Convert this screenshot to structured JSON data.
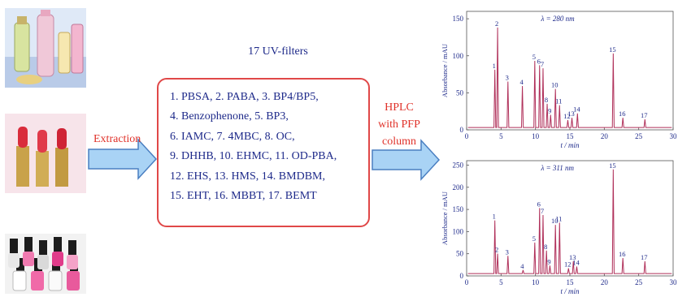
{
  "labels": {
    "extraction": "Extraction",
    "title": "17 UV-filters",
    "hplc": [
      "HPLC",
      "with PFP",
      "column"
    ]
  },
  "filters": [
    "1. PBSA, 2. PABA, 3. BP4/BP5,",
    "4. Benzophenone, 5. BP3,",
    "6. IAMC, 7. 4MBC, 8. OC,",
    "9. DHHB, 10. EHMC, 11. OD-PBA,",
    "12. EHS, 13. HMS, 14. BMDBM,",
    "15. EHT, 16. MBBT, 17. BEMT"
  ],
  "colors": {
    "arrow_fill": "#a9d3f5",
    "arrow_stroke": "#4a7fc1",
    "trace": "#b0305a",
    "text_blue": "#1e2a8a",
    "text_red": "#e0322a"
  },
  "chart_data": [
    {
      "type": "line",
      "annotation": "λ = 280 nm",
      "ylabel": "Absorbance / mAU",
      "xlabel": "t / min",
      "xlim": [
        0,
        30
      ],
      "ylim": [
        0,
        160
      ],
      "yticks": [
        0,
        50,
        100,
        150
      ],
      "xticks": [
        0,
        5,
        10,
        15,
        20,
        25,
        30
      ],
      "peaks": [
        {
          "label": "1",
          "t": 4.1,
          "h": 78
        },
        {
          "label": "2",
          "t": 4.5,
          "h": 135
        },
        {
          "label": "3",
          "t": 6.0,
          "h": 62
        },
        {
          "label": "4",
          "t": 8.1,
          "h": 56
        },
        {
          "label": "5",
          "t": 9.9,
          "h": 90
        },
        {
          "label": "6",
          "t": 10.6,
          "h": 84
        },
        {
          "label": "7",
          "t": 11.1,
          "h": 80
        },
        {
          "label": "8",
          "t": 11.7,
          "h": 32
        },
        {
          "label": "9",
          "t": 12.2,
          "h": 17
        },
        {
          "label": "10",
          "t": 12.9,
          "h": 52
        },
        {
          "label": "11",
          "t": 13.5,
          "h": 30
        },
        {
          "label": "12",
          "t": 14.7,
          "h": 10
        },
        {
          "label": "13",
          "t": 15.3,
          "h": 13
        },
        {
          "label": "14",
          "t": 16.1,
          "h": 19
        },
        {
          "label": "15",
          "t": 21.3,
          "h": 100
        },
        {
          "label": "16",
          "t": 22.7,
          "h": 13
        },
        {
          "label": "17",
          "t": 25.9,
          "h": 11
        }
      ]
    },
    {
      "type": "line",
      "annotation": "λ = 311 nm",
      "ylabel": "Absorbance / mAU",
      "xlabel": "t / min",
      "xlim": [
        0,
        30
      ],
      "ylim": [
        0,
        260
      ],
      "yticks": [
        0,
        50,
        100,
        150,
        200,
        250
      ],
      "xticks": [
        0,
        5,
        10,
        15,
        20,
        25,
        30
      ],
      "peaks": [
        {
          "label": "1",
          "t": 4.1,
          "h": 120
        },
        {
          "label": "2",
          "t": 4.5,
          "h": 45
        },
        {
          "label": "3",
          "t": 6.0,
          "h": 40
        },
        {
          "label": "4",
          "t": 8.2,
          "h": 8
        },
        {
          "label": "5",
          "t": 9.9,
          "h": 70
        },
        {
          "label": "6",
          "t": 10.6,
          "h": 148
        },
        {
          "label": "7",
          "t": 11.1,
          "h": 132
        },
        {
          "label": "8",
          "t": 11.6,
          "h": 52
        },
        {
          "label": "9",
          "t": 12.1,
          "h": 18
        },
        {
          "label": "10",
          "t": 12.9,
          "h": 110
        },
        {
          "label": "11",
          "t": 13.5,
          "h": 115
        },
        {
          "label": "12",
          "t": 14.8,
          "h": 12
        },
        {
          "label": "13",
          "t": 15.5,
          "h": 28
        },
        {
          "label": "14",
          "t": 16.0,
          "h": 16
        },
        {
          "label": "15",
          "t": 21.3,
          "h": 235
        },
        {
          "label": "16",
          "t": 22.7,
          "h": 35
        },
        {
          "label": "17",
          "t": 25.9,
          "h": 28
        }
      ]
    }
  ]
}
